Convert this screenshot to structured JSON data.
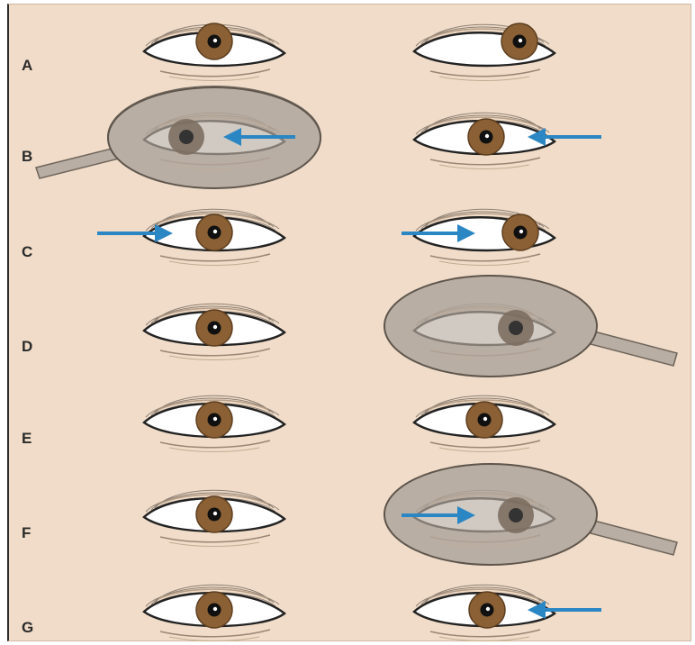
{
  "rows": [
    {
      "label": "A"
    },
    {
      "label": "B"
    },
    {
      "label": "C"
    },
    {
      "label": "D"
    },
    {
      "label": "E"
    },
    {
      "label": "F"
    },
    {
      "label": "G"
    }
  ],
  "colors": {
    "background": "#f0dcc8",
    "iris": "#8a6034",
    "pupil": "#101010",
    "sclera": "#ffffff",
    "arrow": "#2b86c4",
    "occluder": "#b9aea3"
  },
  "icons": [
    "eye-icon",
    "occluder-paddle-icon",
    "arrow-icon"
  ]
}
